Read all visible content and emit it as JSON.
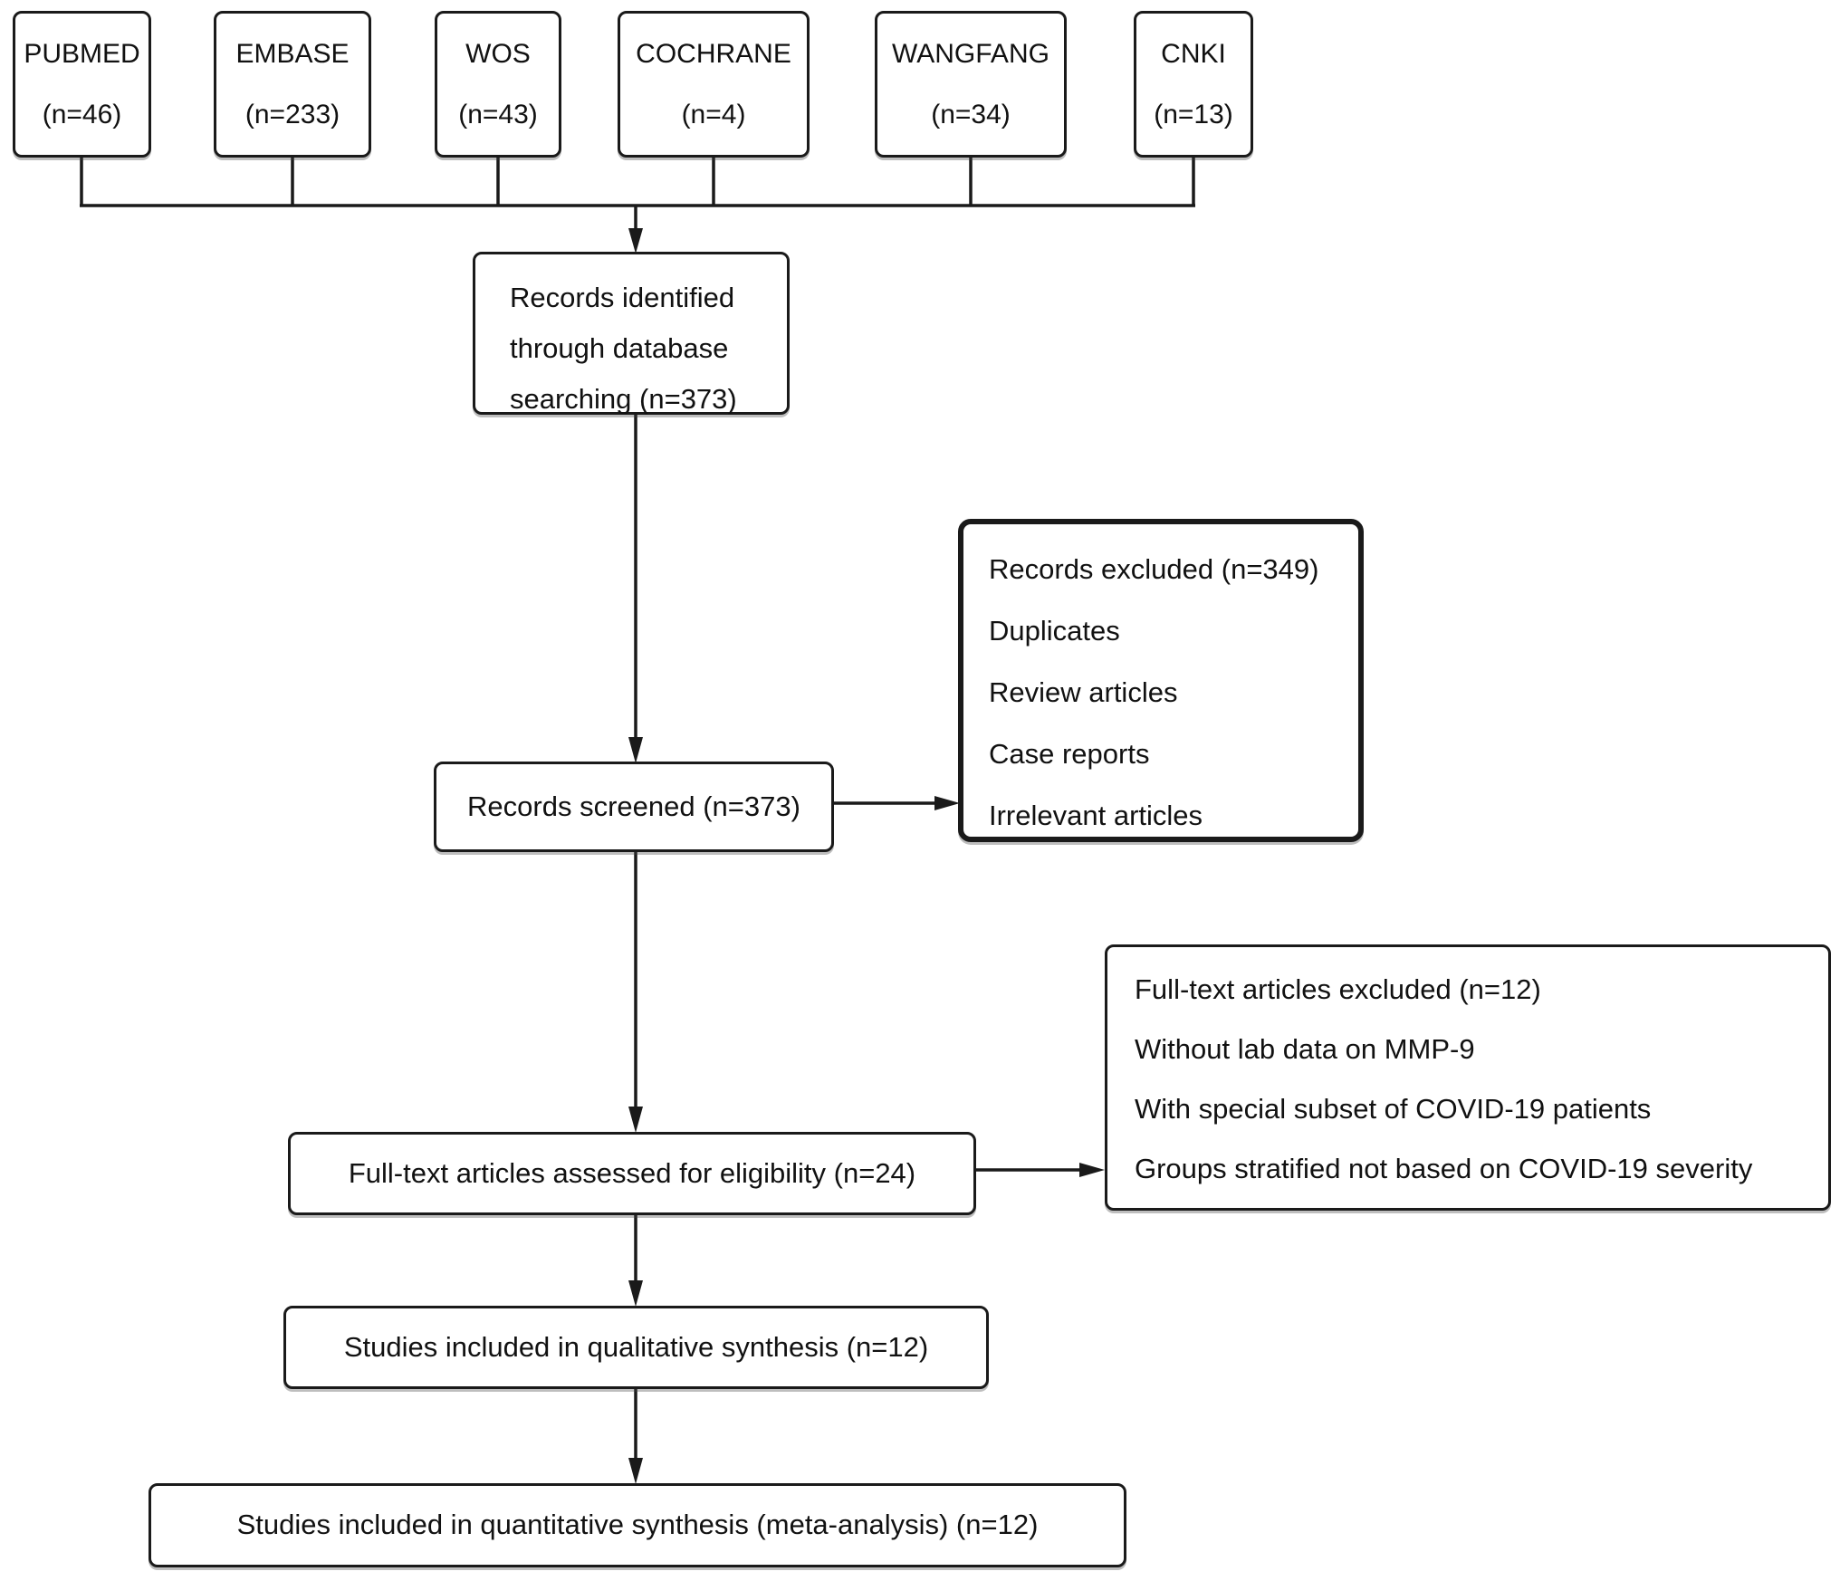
{
  "colors": {
    "line": "#1a1a1a",
    "text": "#111111",
    "background": "#ffffff"
  },
  "sources": [
    {
      "name": "PUBMED",
      "count": "(n=46)"
    },
    {
      "name": "EMBASE",
      "count": "(n=233)"
    },
    {
      "name": "WOS",
      "count": "(n=43)"
    },
    {
      "name": "COCHRANE",
      "count": "(n=4)"
    },
    {
      "name": "WANGFANG",
      "count": "(n=34)"
    },
    {
      "name": "CNKI",
      "count": "(n=13)"
    }
  ],
  "identified": {
    "lines": [
      "Records identified",
      "through database",
      "searching (n=373)"
    ]
  },
  "screened": {
    "label": "Records screened (n=373)"
  },
  "records_excluded": {
    "lines": [
      "Records excluded (n=349)",
      "Duplicates",
      "Review articles",
      "Case reports",
      "Irrelevant articles"
    ]
  },
  "assessed": {
    "label": "Full-text articles assessed for eligibility (n=24)"
  },
  "fulltext_excluded": {
    "lines": [
      "Full-text articles excluded (n=12)",
      "Without lab data on MMP-9",
      "With special subset of COVID-19 patients",
      "Groups stratified not based on COVID-19 severity"
    ]
  },
  "qualitative": {
    "label": "Studies included in qualitative synthesis (n=12)"
  },
  "quantitative": {
    "label": "Studies included in quantitative synthesis (meta-analysis) (n=12)"
  }
}
